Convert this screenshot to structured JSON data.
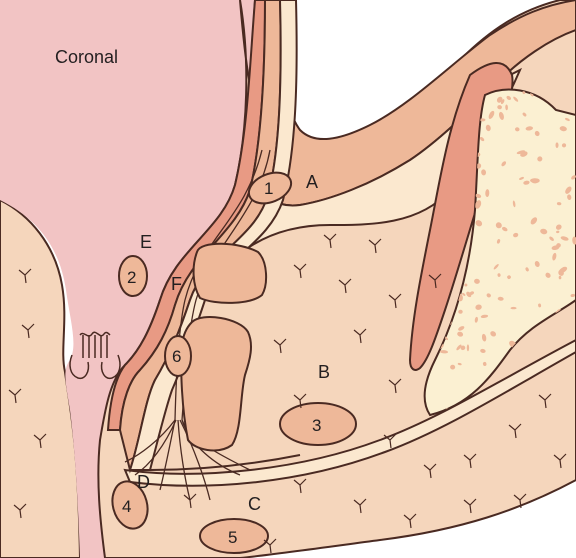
{
  "title": "Coronal",
  "letters": {
    "a": "A",
    "b": "B",
    "c": "C",
    "d": "D",
    "e": "E",
    "f": "F"
  },
  "numbers": {
    "n1": "1",
    "n2": "2",
    "n3": "3",
    "n4": "4",
    "n5": "5",
    "n6": "6"
  },
  "colors": {
    "rectal_lumen": "#f2c4c4",
    "mucosa": "#e89a84",
    "muscle": "#eeb899",
    "fat": "#f5d6bc",
    "fascia": "#fbe8cf",
    "bone": "#fbf0d2",
    "bone_pores": "#eeb899",
    "outline": "#4a2a22"
  }
}
